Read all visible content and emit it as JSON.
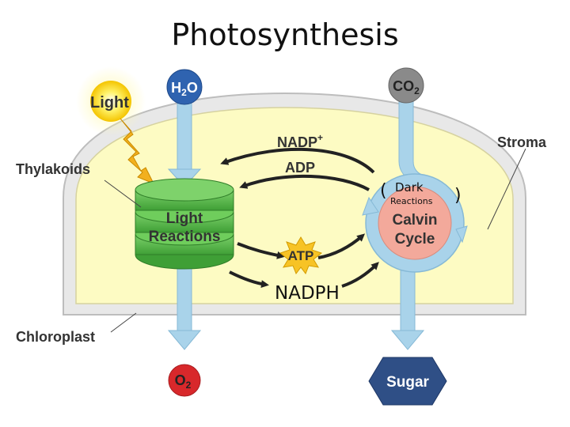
{
  "title": "Photosynthesis",
  "inputs": {
    "light": "Light",
    "water_sub": "H",
    "water_o": "O",
    "co2_c": "CO",
    "water_num": "2",
    "co2_num": "2"
  },
  "outputs": {
    "oxygen": "O",
    "oxygen_num": "2",
    "sugar": "Sugar"
  },
  "structures": {
    "thylakoids": "Thylakoids",
    "stroma": "Stroma",
    "chloroplast": "Chloroplast"
  },
  "light_reactions": {
    "line1": "Light",
    "line2": "Reactions"
  },
  "calvin_cycle": {
    "line1": "Calvin",
    "line2": "Cycle"
  },
  "carriers": {
    "nadp": "NADP",
    "nadp_sup": "+",
    "adp": "ADP",
    "atp": "ATP"
  },
  "handwritten": {
    "nadph": "NADPH",
    "dark1": "Dark",
    "dark2": "Reactions"
  },
  "colors": {
    "stroma_fill": "#fdfbc3",
    "membrane": "#e6e6e6",
    "thylakoid": "#5cbf4c",
    "calvin": "#f3a99b",
    "arrow_blue": "#a9d3ea",
    "badge_blue": "#2f63b0",
    "badge_red": "#d8282b",
    "badge_gray": "#8a8a8a"
  }
}
